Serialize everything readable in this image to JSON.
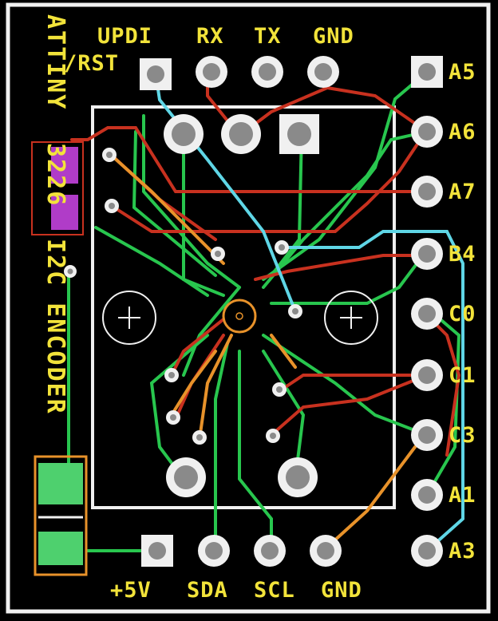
{
  "board": {
    "title_vertical": "ATTINY 3226 I2C ENCODER",
    "title_part1": "ATTINY",
    "title_part2": "3226",
    "title_part3": "I2C ENCODER"
  },
  "top_header": {
    "pins": [
      "UPDI",
      "RX",
      "TX",
      "GND"
    ],
    "updi_sub": "/RST"
  },
  "bottom_header": {
    "pins": [
      "+5V",
      "SDA",
      "SCL",
      "GND"
    ]
  },
  "right_header": {
    "pins": [
      "A5",
      "A6",
      "A7",
      "B4",
      "C0",
      "C1",
      "C3",
      "A1",
      "A3"
    ]
  },
  "colors": {
    "background": "#000000",
    "outline": "#f0f0f0",
    "silkscreen": "#f2e33a",
    "trace_red": "#c8311f",
    "trace_green": "#28c64e",
    "trace_orange": "#e8922a",
    "trace_cyan": "#5fd6e6",
    "pad_grey": "#8a8a8a",
    "resistor_pad": "#b03cc8",
    "cap_pad": "#4ed06e"
  }
}
